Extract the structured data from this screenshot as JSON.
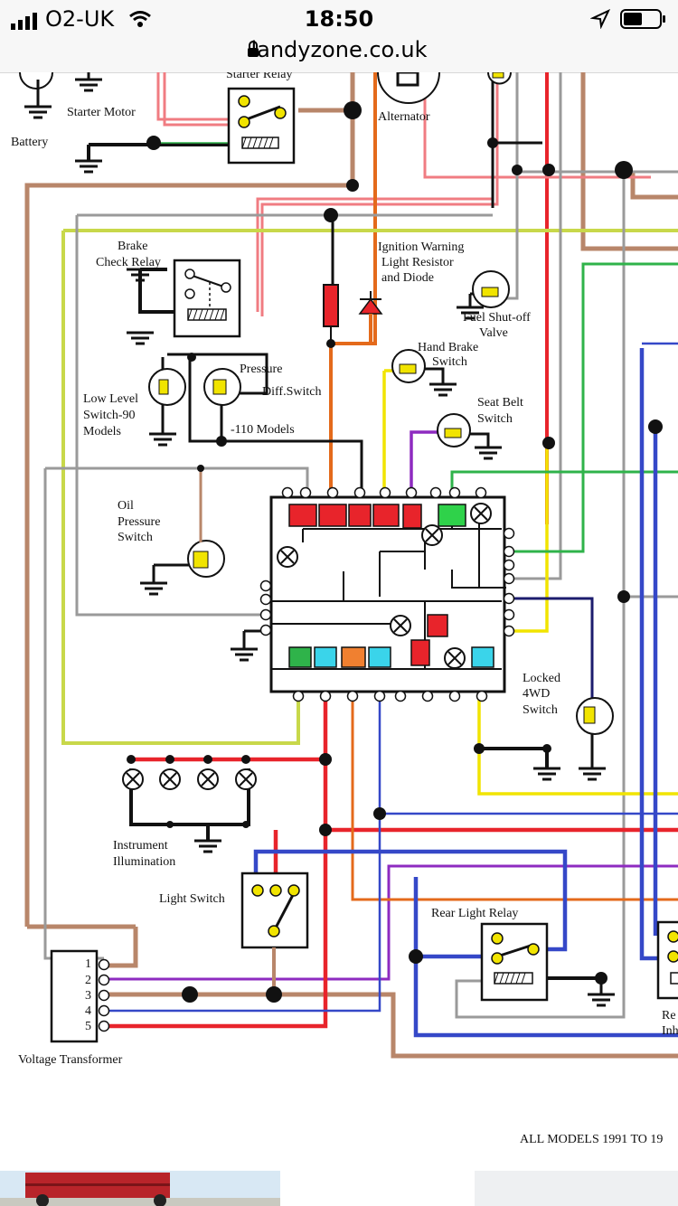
{
  "status_bar": {
    "carrier": "O2-UK",
    "time": "18:50",
    "url": "landyzone.co.uk"
  },
  "diagram": {
    "labels": {
      "starter_relay": "Starter Relay",
      "starter_motor": "Starter Motor",
      "alternator": "Alternator",
      "battery": "Battery",
      "brake_check_relay_1": "Brake",
      "brake_check_relay_2": "Check Relay",
      "ignition_1": "Ignition Warning",
      "ignition_2": "Light Resistor",
      "ignition_3": "and Diode",
      "fuel_1": "Fuel Shut-off",
      "fuel_2": "Valve",
      "hand_brake_1": "Hand Brake",
      "hand_brake_2": "Switch",
      "pressure": "Pressure",
      "diff_switch": "Diff.Switch",
      "models_110": "-110  Models",
      "low_level_1": "Low Level",
      "low_level_2": "Switch-90",
      "low_level_3": "Models",
      "seat_belt_1": "Seat Belt",
      "seat_belt_2": "Switch",
      "oil_1": "Oil",
      "oil_2": "Pressure",
      "oil_3": "Switch",
      "locked_1": "Locked",
      "locked_2": "4WD",
      "locked_3": "Switch",
      "instrument_1": "Instrument",
      "instrument_2": "Illumination",
      "light_switch": "Light Switch",
      "rear_light_relay": "Rear Light Relay",
      "voltage_transformer": "Voltage Transformer",
      "re": "Re",
      "inh": "Inh",
      "pin_1": "1",
      "pin_2": "2",
      "pin_3": "3",
      "pin_4": "4",
      "pin_5": "5",
      "footer": "ALL MODELS 1991 TO 19"
    },
    "wire_colors": {
      "brown": "#b8866a",
      "red": "#e8242b",
      "pink": "#f07c82",
      "black": "#111111",
      "grey": "#9a9a9a",
      "yellow": "#f1e400",
      "lime": "#c8d84a",
      "green": "#2fb34a",
      "blue": "#3548c8",
      "purple": "#8e2bc0",
      "orange": "#e46a1b",
      "navy": "#1c1c6e"
    }
  }
}
